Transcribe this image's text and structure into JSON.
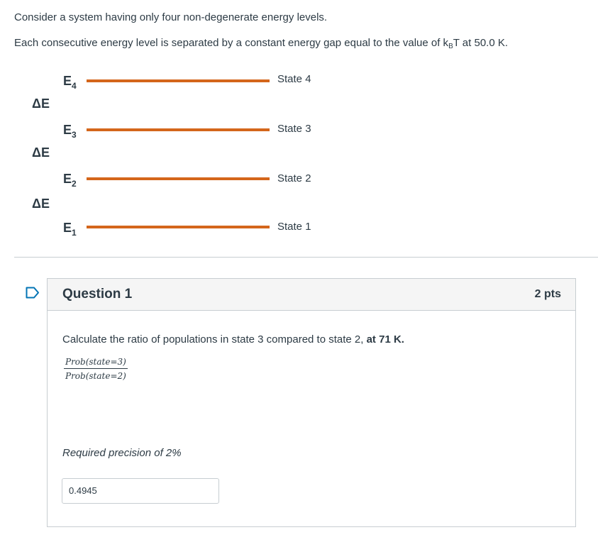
{
  "intro": {
    "line1": "Consider a system having only four non-degenerate energy levels.",
    "line2_prefix": "Each consecutive energy level is separated by a constant energy gap equal to the value of k",
    "line2_sub": "B",
    "line2_suffix": "T at 50.0 K."
  },
  "diagram": {
    "levels": [
      {
        "main": "E",
        "sub": "4",
        "state": "State 4"
      },
      {
        "main": "E",
        "sub": "3",
        "state": "State 3"
      },
      {
        "main": "E",
        "sub": "2",
        "state": "State 2"
      },
      {
        "main": "E",
        "sub": "1",
        "state": "State 1"
      }
    ],
    "gaps": [
      "ΔE",
      "ΔE",
      "ΔE"
    ],
    "line_color": "#d4661b"
  },
  "question": {
    "title": "Question 1",
    "points": "2 pts",
    "text_prefix": "Calculate the ratio of populations in state 3 compared to state 2, ",
    "text_bold": "at 71 K.",
    "fraction_numerator": "Prob(state=3)",
    "fraction_denominator": "Prob(state=2)",
    "precision": "Required precision of 2%",
    "answer_value": "0.4945"
  },
  "icons": {
    "flag": "bookmark-flag-icon"
  }
}
